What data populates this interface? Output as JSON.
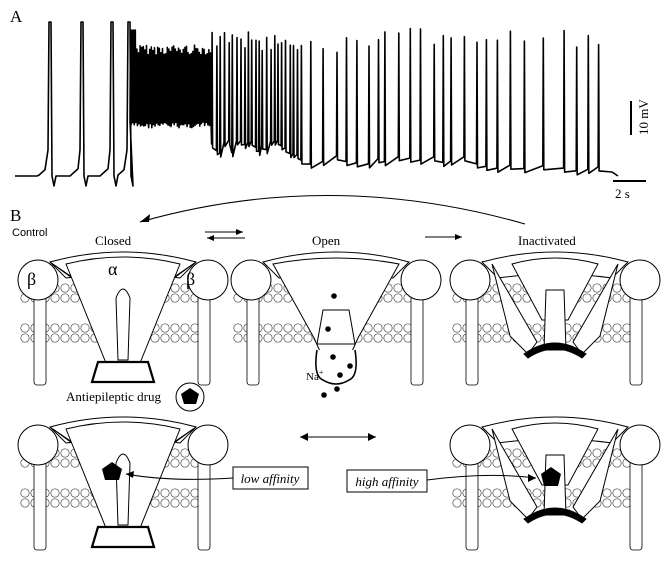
{
  "panel_a": {
    "label": "A",
    "scale_v": "10 mV",
    "scale_t": "2 s"
  },
  "panel_b": {
    "label": "B",
    "condition": "Control",
    "states": {
      "closed": "Closed",
      "open": "Open",
      "inactivated": "Inactivated"
    },
    "subunit_alpha": "α",
    "subunit_beta": "β",
    "ion": "Na",
    "ion_charge": "+",
    "drug_label": "Antiepileptic drug",
    "low_affinity": "low affinity",
    "high_affinity": "high affinity"
  }
}
